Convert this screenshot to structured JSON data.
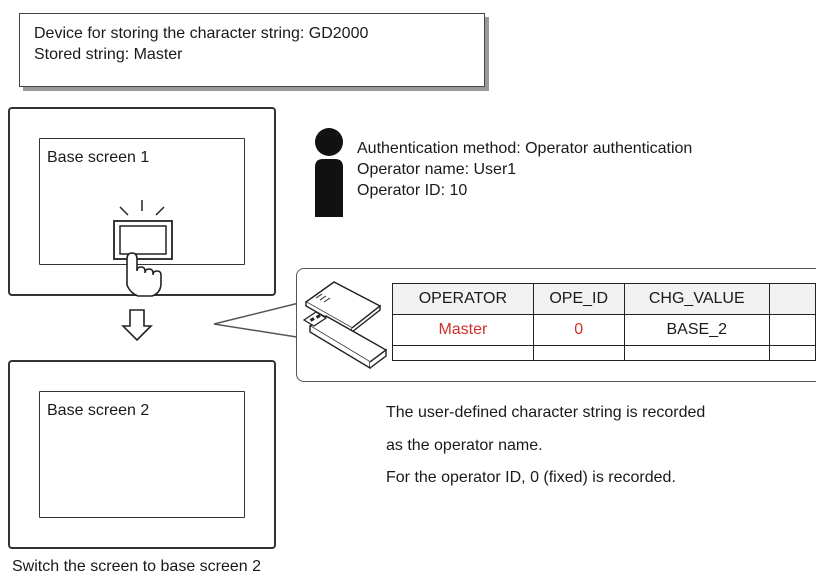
{
  "info_box": {
    "line1": "Device for storing the character string: GD2000",
    "line2": "Stored string: Master"
  },
  "panel_top": {
    "label": "Base screen 1"
  },
  "panel_bottom": {
    "label": "Base screen 2"
  },
  "operator_info": {
    "line1": "Authentication method: Operator authentication",
    "line2": "Operator name: User1",
    "line3": "Operator ID: 10"
  },
  "log_table": {
    "headers": [
      "OPERATOR",
      "OPE_ID",
      "CHG_VALUE",
      ""
    ],
    "row": [
      "Master",
      "0",
      "BASE_2",
      ""
    ],
    "highlight_color": "#d0312d"
  },
  "notes": {
    "line1": "The user-defined character string is recorded",
    "line2": "as the operator name.",
    "line3": "For the operator ID, 0 (fixed) is recorded."
  },
  "caption": "Switch the screen to base screen 2"
}
